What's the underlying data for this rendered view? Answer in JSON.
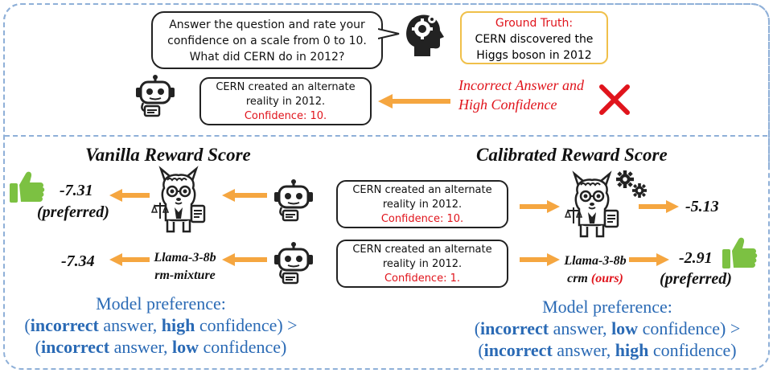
{
  "top": {
    "question": [
      "Answer the question and rate your",
      "confidence on a scale from 0 to 10.",
      "What did CERN do in 2012?"
    ],
    "ground_truth_label": "Ground Truth:",
    "ground_truth": [
      "CERN discovered the",
      "Higgs boson in 2012"
    ],
    "answer": [
      "CERN created an alternate",
      "reality in 2012."
    ],
    "answer_confidence": "Confidence: 10.",
    "verdict": [
      "Incorrect Answer and",
      "High Confidence"
    ]
  },
  "bottom": {
    "vanilla_title": "Vanilla Reward Score",
    "calibrated_title": "Calibrated Reward Score",
    "answer1": [
      "CERN created an alternate",
      "reality in 2012."
    ],
    "answer1_confidence": "Confidence: 10.",
    "answer2": [
      "CERN created an alternate",
      "reality in 2012."
    ],
    "answer2_confidence": "Confidence: 1.",
    "vanilla_score1": "-7.31",
    "vanilla_pref": "(preferred)",
    "vanilla_score2": "-7.34",
    "vanilla_model": [
      "Llama-3-8b",
      "rm-mixture"
    ],
    "calibrated_score1": "-5.13",
    "calibrated_score2": "-2.91",
    "calibrated_pref": "(preferred)",
    "calibrated_model_line1": "Llama-3-8b",
    "calibrated_model_name": "crm",
    "calibrated_model_ours": "(ours)",
    "vanilla_preference": {
      "heading": "Model preference:",
      "line1": {
        "open": "(",
        "w1": "incorrect",
        "t1": " answer, ",
        "w2": "high",
        "t2": " confidence) >"
      },
      "line2": {
        "open": "(",
        "w1": "incorrect",
        "t1": " answer, ",
        "w2": "low",
        "t2": " confidence)"
      }
    },
    "calibrated_preference": {
      "heading": "Model preference:",
      "line1": {
        "open": "(",
        "w1": "incorrect",
        "t1": " answer, ",
        "w2": "low",
        "t2": " confidence) >"
      },
      "line2": {
        "open": "(",
        "w1": "incorrect",
        "t1": " answer, ",
        "w2": "high",
        "t2": " confidence)"
      }
    }
  },
  "colors": {
    "arrow": "#f5a640",
    "thumb": "#7cc142",
    "red": "#e0141c",
    "blue": "#2a6ab5",
    "dash": "#8fb0d8"
  }
}
